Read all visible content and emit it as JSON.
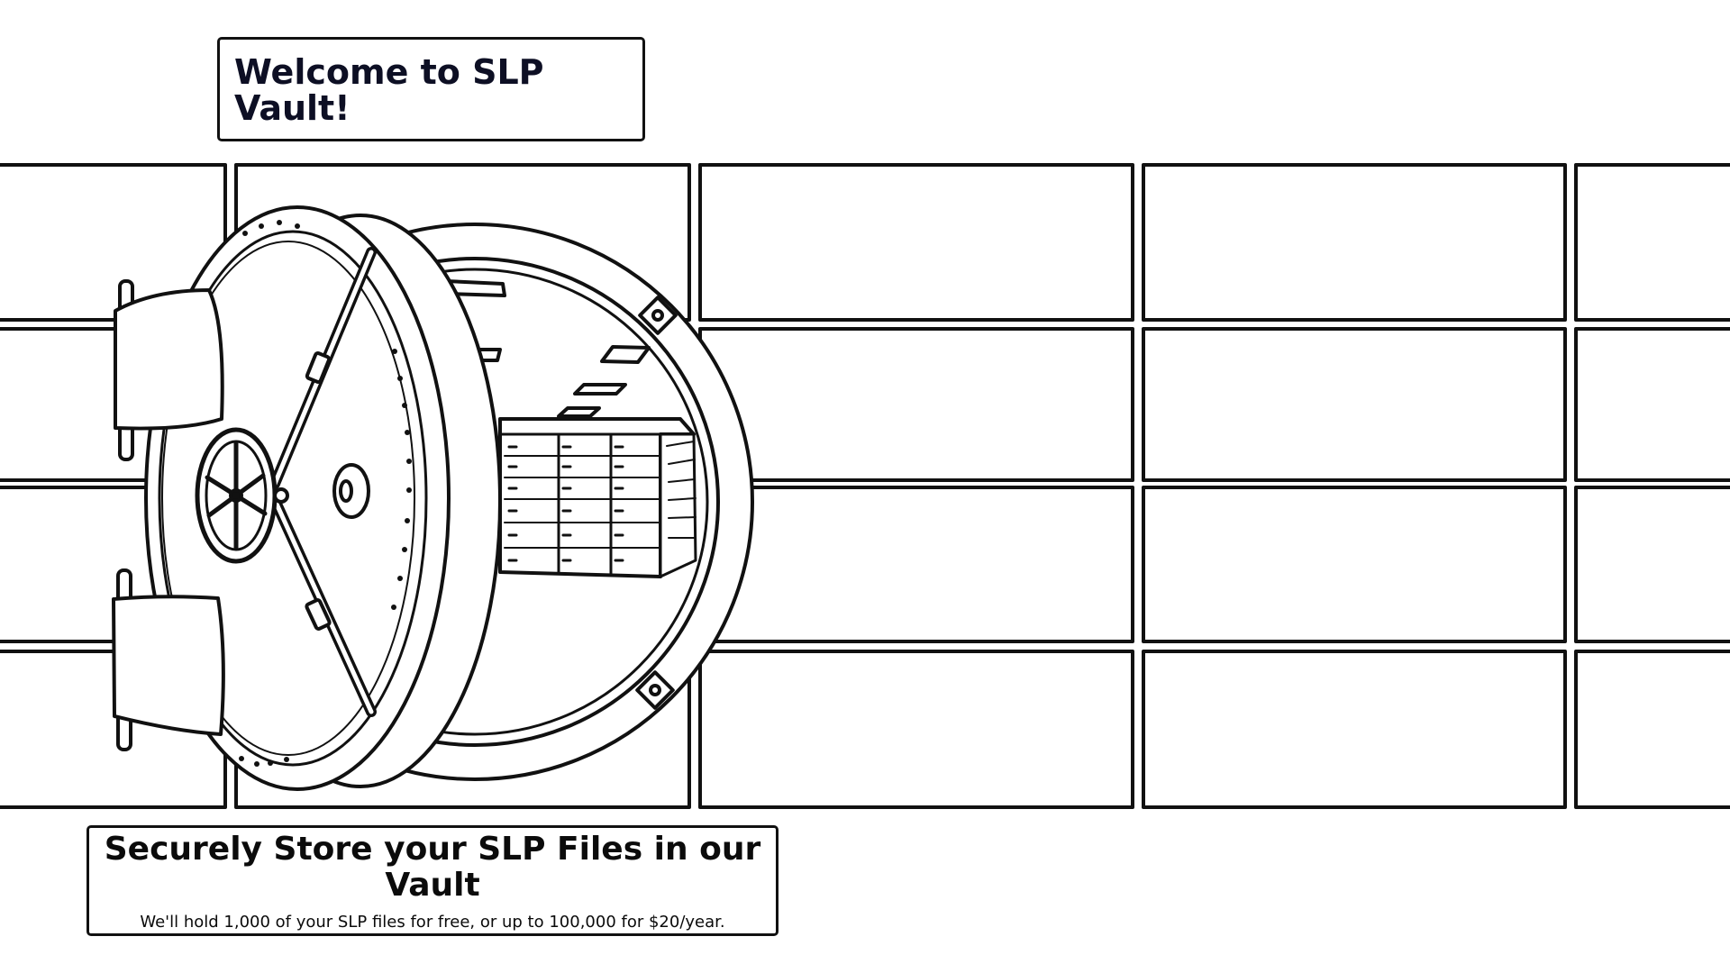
{
  "welcome": {
    "title": "Welcome to SLP Vault!"
  },
  "promo": {
    "headline": "Securely Store your SLP Files in our Vault",
    "subtext": "We'll hold 1,000 of your SLP files for free, or up to 100,000 for $20/year."
  },
  "illustration": {
    "subject": "vault-door-illustration",
    "colors": {
      "stroke": "#111111",
      "fill": "#ffffff",
      "title_text": "#0d0f24"
    }
  }
}
